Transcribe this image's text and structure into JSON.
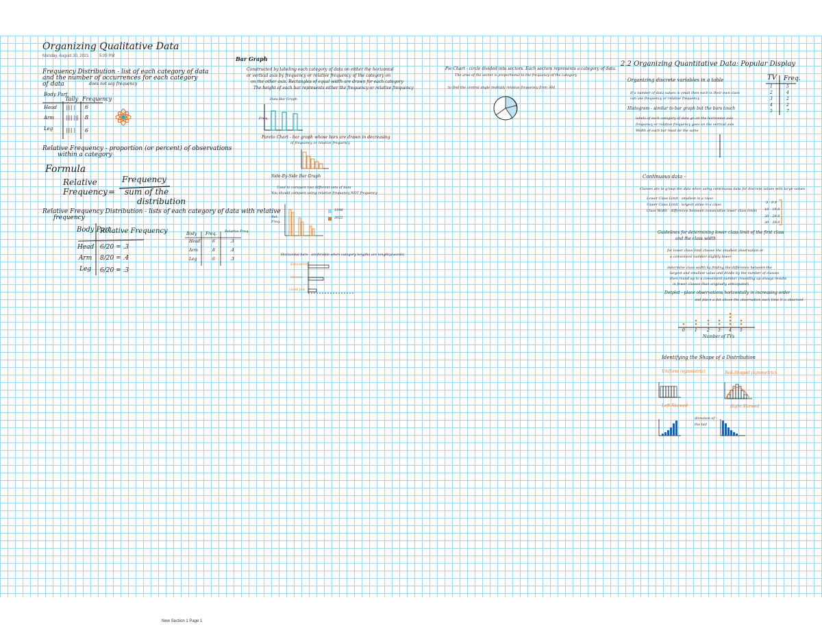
{
  "page": {
    "title": "Organizing Qualitative Data",
    "date": "Monday, August 30, 2021",
    "time": "5:09 PM",
    "footer": "New Section 1 Page 1"
  },
  "col1": {
    "freq_dist_def": [
      "Frequency Distribution - list of each category of data",
      "and the number of occurrences for each category",
      "of data"
    ],
    "note_not_freq": "does not say frequency",
    "tally_headers": [
      "Body Part",
      "Tally",
      "Frequency"
    ],
    "tally_rows": [
      {
        "part": "Head",
        "tally": "|||| |",
        "freq": "6"
      },
      {
        "part": "Arm",
        "tally": "|||| |||",
        "freq": "8"
      },
      {
        "part": "Leg",
        "tally": "|||| |",
        "freq": "6"
      }
    ],
    "rel_freq_def": [
      "Relative Frequency - proportion (or percent) of observations",
      "within a category"
    ],
    "formula_label": "Formula",
    "formula_lhs": [
      "Relative",
      "Frequency"
    ],
    "formula_num": "Frequency",
    "formula_den": [
      "sum of the",
      "distribution"
    ],
    "rel_dist_def": [
      "Relative Frequency Distribution - lists of each category of data with relative",
      "frequency"
    ],
    "rel_headers": [
      "Body Part",
      "Relative Frequency"
    ],
    "rel_rows": [
      {
        "part": "Head",
        "value": "6/20 = .3"
      },
      {
        "part": "Arm",
        "value": "8/20 = .4"
      },
      {
        "part": "Leg",
        "value": "6/20 = .3"
      }
    ],
    "small_table": {
      "headers": [
        "Body",
        "Freq.",
        "Relative Freq."
      ],
      "rows": [
        [
          "Head",
          "6",
          ".3"
        ],
        [
          "Arm",
          "8",
          ".4"
        ],
        [
          "Leg",
          "6",
          ".3"
        ]
      ]
    }
  },
  "col2": {
    "title": "Bar Graph",
    "lines": [
      "Constructed by labeling each category of data on either the horizontal",
      "or vertical axis by frequency or relative frequency of the category on",
      "on the other axis. Rectangles of equal width are drawn for each category",
      "The height of each bar represents either the frequency or relative frequency"
    ],
    "chart_title": "Data Bar Graph",
    "pareto": [
      "Pareto Chart - bar graph whose bars are drawn in decreasing",
      "of frequency or relative frequency"
    ],
    "side_by_side": "Side-By-Side Bar Graph",
    "sbs_notes": [
      "Used to compare two different sets of data",
      "You should compare using relative frequency NOT frequency"
    ],
    "legend": [
      "1998",
      "2022"
    ],
    "horizontal": "Horizontal bars - preferable when category lengths are lengthy(words)",
    "h_labels": [
      "Education",
      "Income",
      "Good Job"
    ]
  },
  "col3": {
    "pie_def": [
      "Pie Chart - circle divided into sectors. Each sectors represents a category of data.",
      "The area of the sector is proportional to the frequency of the category"
    ],
    "pie_note": "to find the central angle multiply relative frequency from 360"
  },
  "col4": {
    "title": "2.2 Organizing Quantitative Data: Popular Display",
    "org_line": "Organizing discrete variables in a table",
    "bullets": [
      "If a number of data values is small then each is their own class",
      "can use frequency or relative frequency"
    ],
    "histogram": "Histogram - similar to bar graph but the bars touch",
    "hist_bullets": [
      "labels of each category of data go on the horizontal axis",
      "frequency or relative frequency goes on the vertical axis",
      "Width of each bar must be the same"
    ],
    "tv_table": {
      "headers": [
        "TV",
        "Freq."
      ],
      "rows": [
        [
          "1",
          "5"
        ],
        [
          "2",
          "4"
        ],
        [
          "3",
          "2"
        ],
        [
          "4",
          "2"
        ],
        [
          "5",
          "7"
        ]
      ]
    },
    "continuous_title": "Continuous data -",
    "continuous_note": "Classes are to group the data when using continuous data for discrete values with large values",
    "class_lines": [
      "Lower Class Limit - smallest in a class",
      "Upper Class Limit - largest value in a class",
      "Class Width - difference between consecutive lower class limits"
    ],
    "class_ranges": [
      "0 - 9.9",
      "10 - 19.9",
      "20 - 29.9",
      "30 - 39.9"
    ],
    "guideline_title": [
      "Guidelines for determining lower class limit of the first class",
      "and the class width"
    ],
    "guideline_bullets": [
      "for lower class limit choose the smallest observation or",
      "a convenient number slightly lower",
      "determine class width by finding the difference between the",
      "largest and smallest value and divide by the number of classes",
      "then round up to a convenient number (rounding up always results",
      "in fewer classes than originally anticipated)"
    ],
    "dotplot_def": [
      "Dotplot - place observations horizontally in increasing order",
      "and place a dot above the observation each time it is observed"
    ],
    "dot_axis": [
      "0",
      "1",
      "2",
      "3",
      "4",
      "5"
    ],
    "dot_xlabel": "Number of TVs",
    "shape_title": "Identifying the Shape of a Distribution",
    "shapes": [
      "Uniform (symmetric)",
      "Bell-Shaped (symmetric)",
      "Left-Skewed",
      "Right-Skewed"
    ],
    "skew_note": [
      "direction of",
      "the tail"
    ]
  },
  "colors": {
    "grid": "#9fd4ea",
    "ink": "#1b1b1b",
    "orange": "#e8771f",
    "teal": "#2aa8b8"
  }
}
